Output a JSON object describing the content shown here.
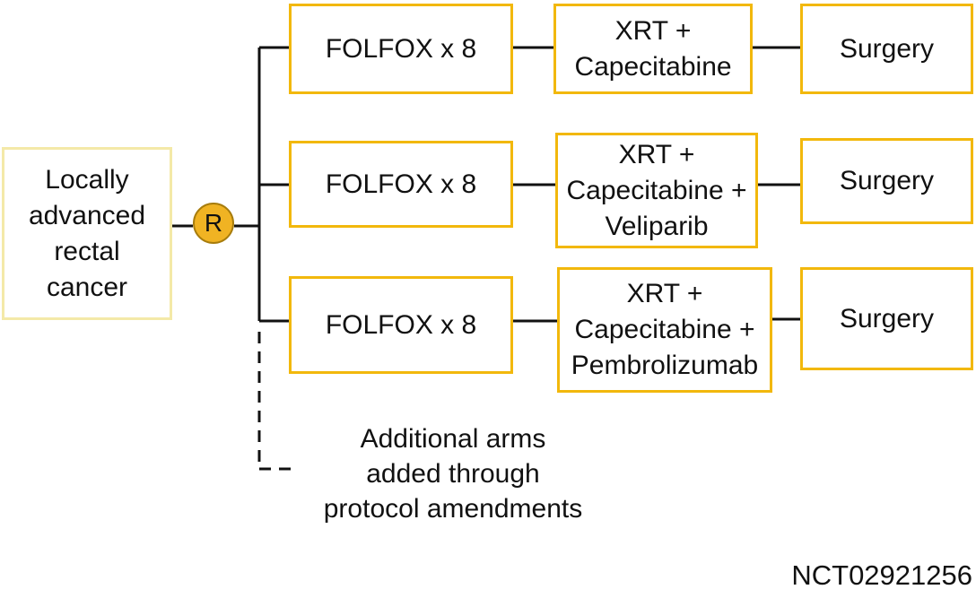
{
  "population": {
    "lines": [
      "Locally",
      "advanced",
      "rectal",
      "cancer"
    ]
  },
  "randomization": {
    "label": "R"
  },
  "arms": [
    {
      "chemo": "FOLFOX x 8",
      "xrt": [
        "XRT +",
        "Capecitabine"
      ],
      "surgery": "Surgery"
    },
    {
      "chemo": "FOLFOX x 8",
      "xrt": [
        "XRT +",
        "Capecitabine +",
        "Veliparib"
      ],
      "surgery": "Surgery"
    },
    {
      "chemo": "FOLFOX x 8",
      "xrt": [
        "XRT +",
        "Capecitabine +",
        "Pembrolizumab"
      ],
      "surgery": "Surgery"
    }
  ],
  "additional": {
    "lines": [
      "Additional arms",
      "added through",
      "protocol amendments"
    ]
  },
  "trial_id": "NCT02921256",
  "colors": {
    "box_border": "#f2b80c",
    "population_border": "#f4e9a8",
    "circle_fill": "#f0b323",
    "circle_border": "#a77c0c"
  }
}
